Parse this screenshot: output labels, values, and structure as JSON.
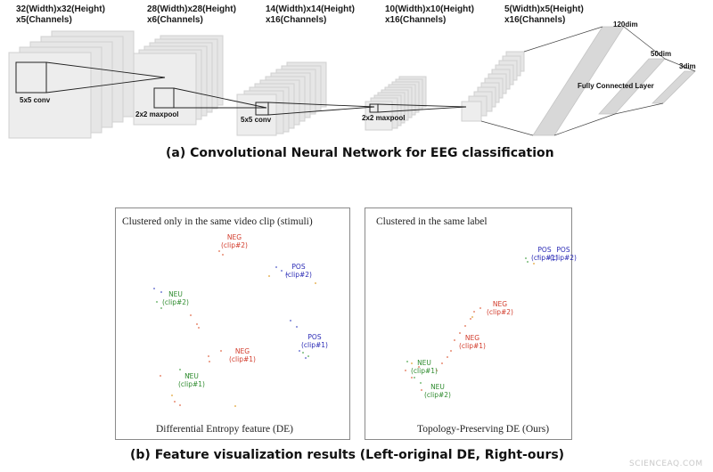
{
  "cnn": {
    "layers": [
      {
        "label": "32(Width)x32(Height)\nx5(Channels)"
      },
      {
        "label": "28(Width)x28(Height)\nx6(Channels)"
      },
      {
        "label": "14(Width)x14(Height)\nx16(Channels)"
      },
      {
        "label": "10(Width)x10(Height)\nx16(Channels)"
      },
      {
        "label": "5(Width)x5(Height)\nx16(Channels)"
      }
    ],
    "ops": [
      "5x5 conv",
      "2x2 maxpool",
      "5x5 conv",
      "2x2 maxpool"
    ],
    "fc": {
      "label": "Fully Connected Layer",
      "dims": [
        "120dim",
        "50dim",
        "3dim"
      ]
    },
    "caption": "(a) Convolutional Neural Network for EEG classification"
  },
  "visualization": {
    "left": {
      "title": "Clustered only in the same video clip (stimuli)",
      "footer": "Differential Entropy feature (DE)",
      "tags": [
        {
          "text": "NEG\n(clip#2)",
          "color": "#d23b2b"
        },
        {
          "text": "POS\n(clip#2)",
          "color": "#2a2ab5"
        },
        {
          "text": "NEU\n(clip#2)",
          "color": "#2e8b2e"
        },
        {
          "text": "POS\n(clip#1)",
          "color": "#2a2ab5"
        },
        {
          "text": "NEG\n(clip#1)",
          "color": "#d23b2b"
        },
        {
          "text": "NEU\n(clip#1)",
          "color": "#2e8b2e"
        }
      ]
    },
    "right": {
      "title": "Clustered in the same label",
      "footer": "Topology-Preserving DE (Ours)",
      "tags": [
        {
          "text": "POS\n(clip#1)",
          "color": "#2a2ab5"
        },
        {
          "text": "POS\n(clip#2)",
          "color": "#2a2ab5"
        },
        {
          "text": "NEG\n(clip#2)",
          "color": "#d23b2b"
        },
        {
          "text": "NEG\n(clip#1)",
          "color": "#d23b2b"
        },
        {
          "text": "NEU\n(clip#1)",
          "color": "#2e8b2e"
        },
        {
          "text": "NEU\n(clip#2)",
          "color": "#2e8b2e"
        }
      ]
    },
    "caption": "(b) Feature visualization results (Left-original DE, Right-ours)"
  },
  "watermark": "SCIENCEAQ.COM"
}
